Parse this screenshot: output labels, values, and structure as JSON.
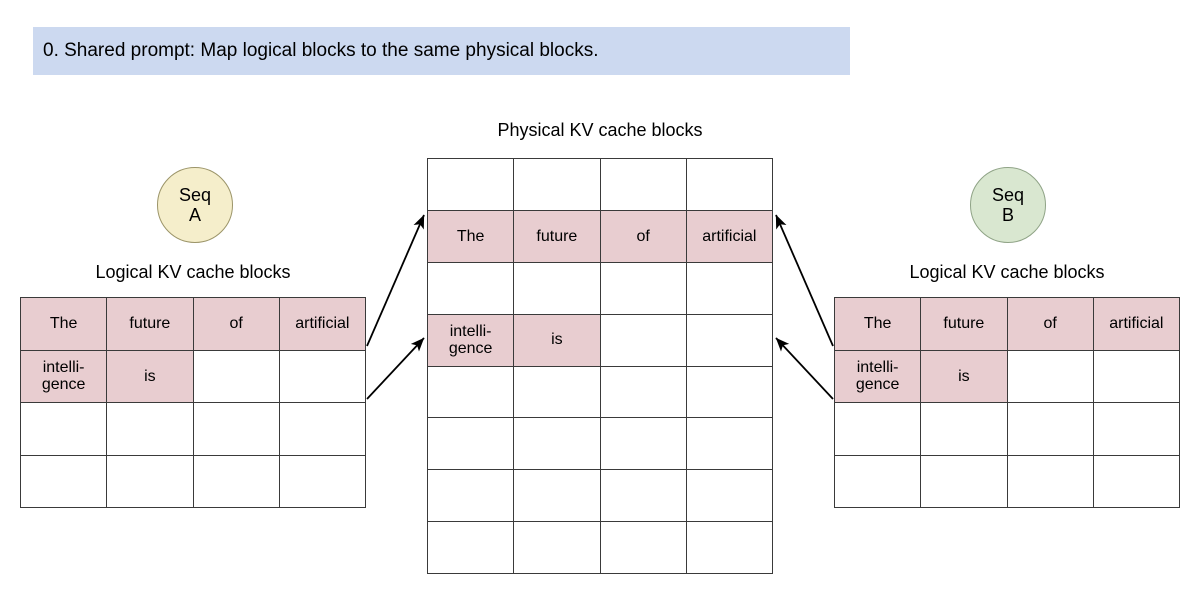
{
  "banner": {
    "text": "0. Shared prompt: Map logical blocks to the same physical blocks.",
    "background": "#ccd9f0"
  },
  "colors": {
    "filled_block": "#e8cdd0",
    "empty_block": "#ffffff",
    "grid_line": "#3a3a3a",
    "seq_a_fill": "#f5eecb",
    "seq_b_fill": "#d9e7d0",
    "arrow": "#000000",
    "page_background": "#ffffff"
  },
  "sequences": [
    {
      "id": "a",
      "line1": "Seq",
      "line2": "A",
      "fill": "#f5eecb"
    },
    {
      "id": "b",
      "line1": "Seq",
      "line2": "B",
      "fill": "#d9e7d0"
    }
  ],
  "physical": {
    "caption": "Physical KV cache blocks",
    "rows": 8,
    "cols": 4,
    "cells": [
      [
        "",
        "",
        "",
        ""
      ],
      [
        "The",
        "future",
        "of",
        "artificial"
      ],
      [
        "",
        "",
        "",
        ""
      ],
      [
        "intelli-\ngence",
        "is",
        "",
        ""
      ],
      [
        "",
        "",
        "",
        ""
      ],
      [
        "",
        "",
        "",
        ""
      ],
      [
        "",
        "",
        "",
        ""
      ],
      [
        "",
        "",
        "",
        ""
      ]
    ],
    "filled": [
      [
        false,
        false,
        false,
        false
      ],
      [
        true,
        true,
        true,
        true
      ],
      [
        false,
        false,
        false,
        false
      ],
      [
        true,
        true,
        false,
        false
      ],
      [
        false,
        false,
        false,
        false
      ],
      [
        false,
        false,
        false,
        false
      ],
      [
        false,
        false,
        false,
        false
      ],
      [
        false,
        false,
        false,
        false
      ]
    ]
  },
  "logical_left": {
    "caption": "Logical KV cache blocks",
    "rows": 4,
    "cols": 4,
    "cells": [
      [
        "The",
        "future",
        "of",
        "artificial"
      ],
      [
        "intelli-\ngence",
        "is",
        "",
        ""
      ],
      [
        "",
        "",
        "",
        ""
      ],
      [
        "",
        "",
        "",
        ""
      ]
    ],
    "filled": [
      [
        true,
        true,
        true,
        true
      ],
      [
        true,
        true,
        false,
        false
      ],
      [
        false,
        false,
        false,
        false
      ],
      [
        false,
        false,
        false,
        false
      ]
    ]
  },
  "logical_right": {
    "caption": "Logical KV cache blocks",
    "rows": 4,
    "cols": 4,
    "cells": [
      [
        "The",
        "future",
        "of",
        "artificial"
      ],
      [
        "intelli-\ngence",
        "is",
        "",
        ""
      ],
      [
        "",
        "",
        "",
        ""
      ],
      [
        "",
        "",
        "",
        ""
      ]
    ],
    "filled": [
      [
        true,
        true,
        true,
        true
      ],
      [
        true,
        true,
        false,
        false
      ],
      [
        false,
        false,
        false,
        false
      ],
      [
        false,
        false,
        false,
        false
      ]
    ]
  },
  "mappings": [
    {
      "name": "left-row1-to-physical-row2",
      "from": "logical_left.row0",
      "to": "physical.row1"
    },
    {
      "name": "left-row2-to-physical-row4",
      "from": "logical_left.row1",
      "to": "physical.row3"
    },
    {
      "name": "right-row1-to-physical-row2",
      "from": "logical_right.row0",
      "to": "physical.row1"
    },
    {
      "name": "right-row2-to-physical-row4",
      "from": "logical_right.row1",
      "to": "physical.row3"
    }
  ]
}
